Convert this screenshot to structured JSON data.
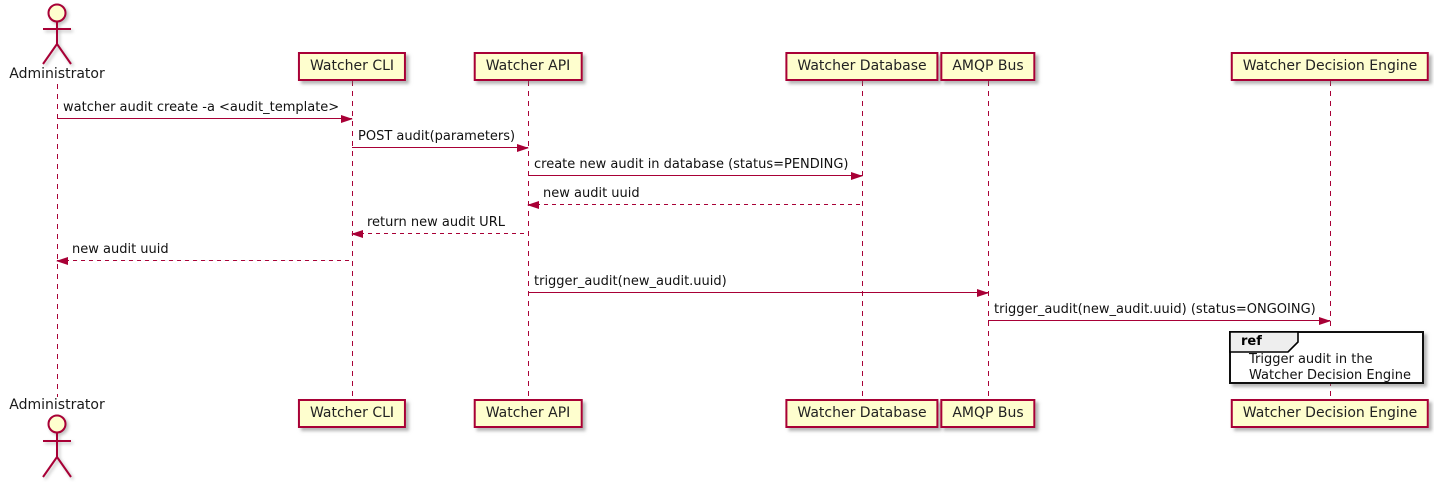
{
  "colors": {
    "participant_fill": "#FEFECE",
    "stroke": "#A80036",
    "text": "#1A1A1A",
    "ref_tab_fill": "#EEEEEE",
    "ref_border": "#000000",
    "background": "#FFFFFF"
  },
  "actor": {
    "label": "Administrator"
  },
  "participants": [
    {
      "label": "Watcher CLI"
    },
    {
      "label": "Watcher API"
    },
    {
      "label": "Watcher Database"
    },
    {
      "label": "AMQP Bus"
    },
    {
      "label": "Watcher Decision Engine"
    }
  ],
  "messages": [
    {
      "text": "watcher audit create -a <audit_template>",
      "from": "Administrator",
      "to": "Watcher CLI",
      "line": "solid",
      "direction": "right"
    },
    {
      "text": "POST audit(parameters)",
      "from": "Watcher CLI",
      "to": "Watcher API",
      "line": "solid",
      "direction": "right"
    },
    {
      "text": "create new audit in database (status=PENDING)",
      "from": "Watcher API",
      "to": "Watcher Database",
      "line": "solid",
      "direction": "right"
    },
    {
      "text": "new audit uuid",
      "from": "Watcher Database",
      "to": "Watcher API",
      "line": "dashed",
      "direction": "left"
    },
    {
      "text": "return new audit URL",
      "from": "Watcher API",
      "to": "Watcher CLI",
      "line": "dashed",
      "direction": "left"
    },
    {
      "text": "new audit uuid",
      "from": "Watcher CLI",
      "to": "Administrator",
      "line": "dashed",
      "direction": "left"
    },
    {
      "text": "trigger_audit(new_audit.uuid)",
      "from": "Watcher API",
      "to": "AMQP Bus",
      "line": "solid",
      "direction": "right"
    },
    {
      "text": "trigger_audit(new_audit.uuid) (status=ONGOING)",
      "from": "AMQP Bus",
      "to": "Watcher Decision Engine",
      "line": "solid",
      "direction": "right"
    }
  ],
  "ref_fragment": {
    "keyword": "ref",
    "line1": "Trigger audit in the",
    "line2": "Watcher Decision Engine"
  }
}
